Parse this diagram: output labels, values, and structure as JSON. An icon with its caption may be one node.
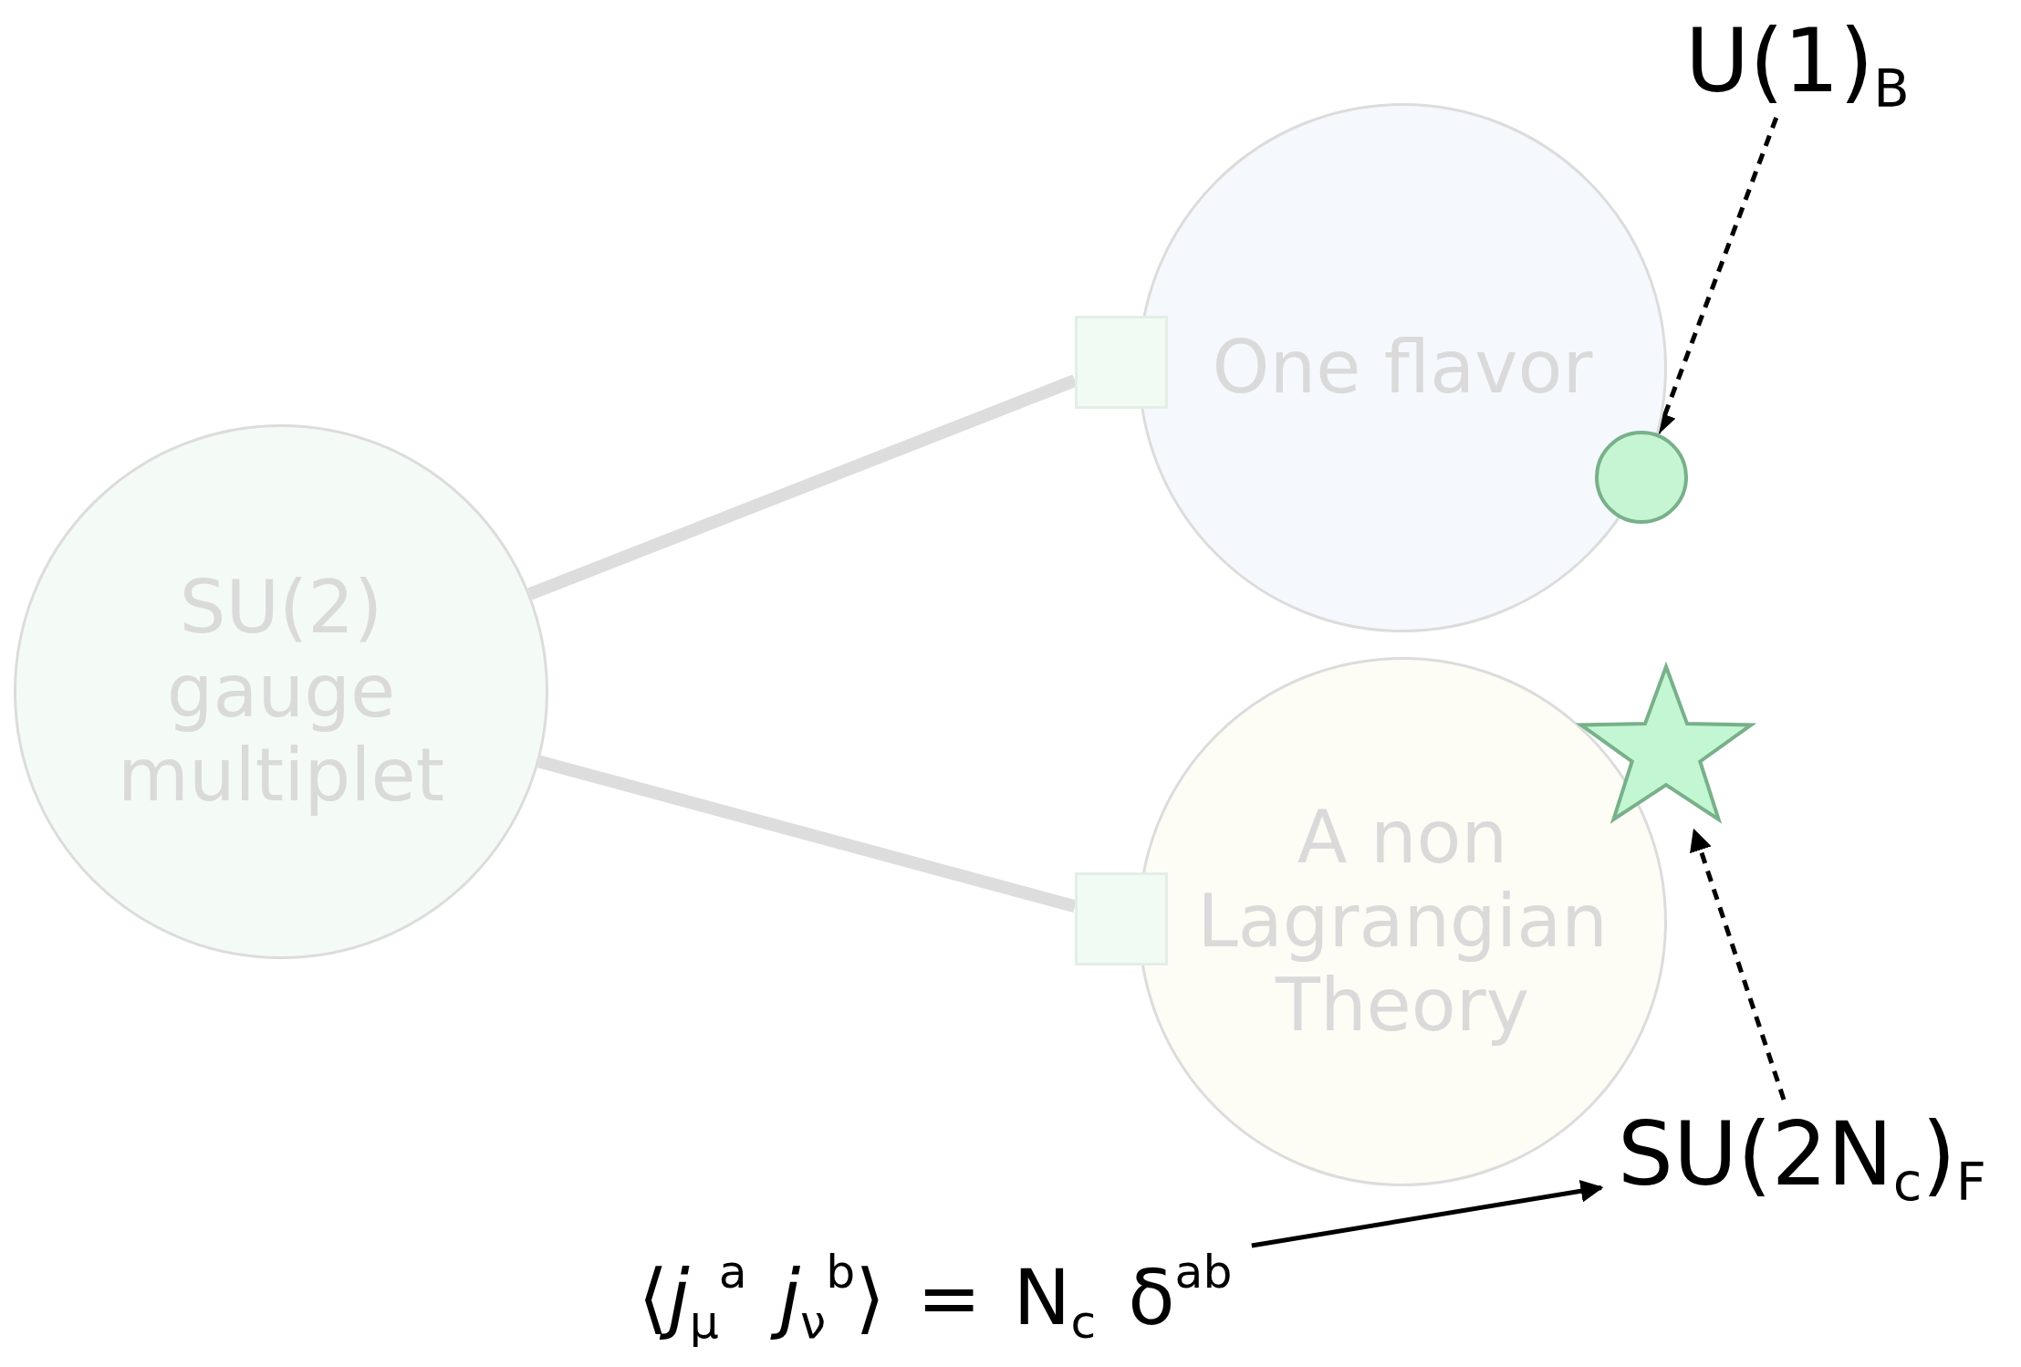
{
  "diagram": {
    "nodes": [
      {
        "text": [
          "SU(2) gauge multiplet"
        ]
      },
      {
        "text": [
          "One flavor"
        ]
      },
      {
        "text": [
          "A non Lagrangian Theory"
        ]
      },
      {
        "text": [],
        "shape": "box"
      },
      {
        "text": [],
        "shape": "box"
      },
      {
        "text": [],
        "shape": "circle"
      },
      {
        "text": [],
        "shape": "star"
      },
      {
        "text": [
          "U(1)$_{B}$"
        ]
      },
      {
        "text": [
          "SU(2N$_{c}$)$_{F}$"
        ]
      },
      {
        "text": [
          "⟨*j*$_{μ}$$^{a}$ *j*$_{ν}$$^{b}$⟩ = N$_{c}$ δ$^{ab}$"
        ]
      }
    ],
    "edges": [
      {
        "from": 0,
        "to": 3,
        "arrow": "none",
        "style": "thick",
        "color": "#dddddd"
      },
      {
        "from": 0,
        "to": 4,
        "arrow": "none",
        "style": "thick",
        "color": "#dddddd"
      },
      {
        "from": 7,
        "to": 5,
        "arrow": "to",
        "style": "dashed"
      },
      {
        "from": 8,
        "to": 6,
        "arrow": "to",
        "style": "dashed"
      },
      {
        "from": 9,
        "to": 8,
        "arrow": "to"
      }
    ]
  }
}
